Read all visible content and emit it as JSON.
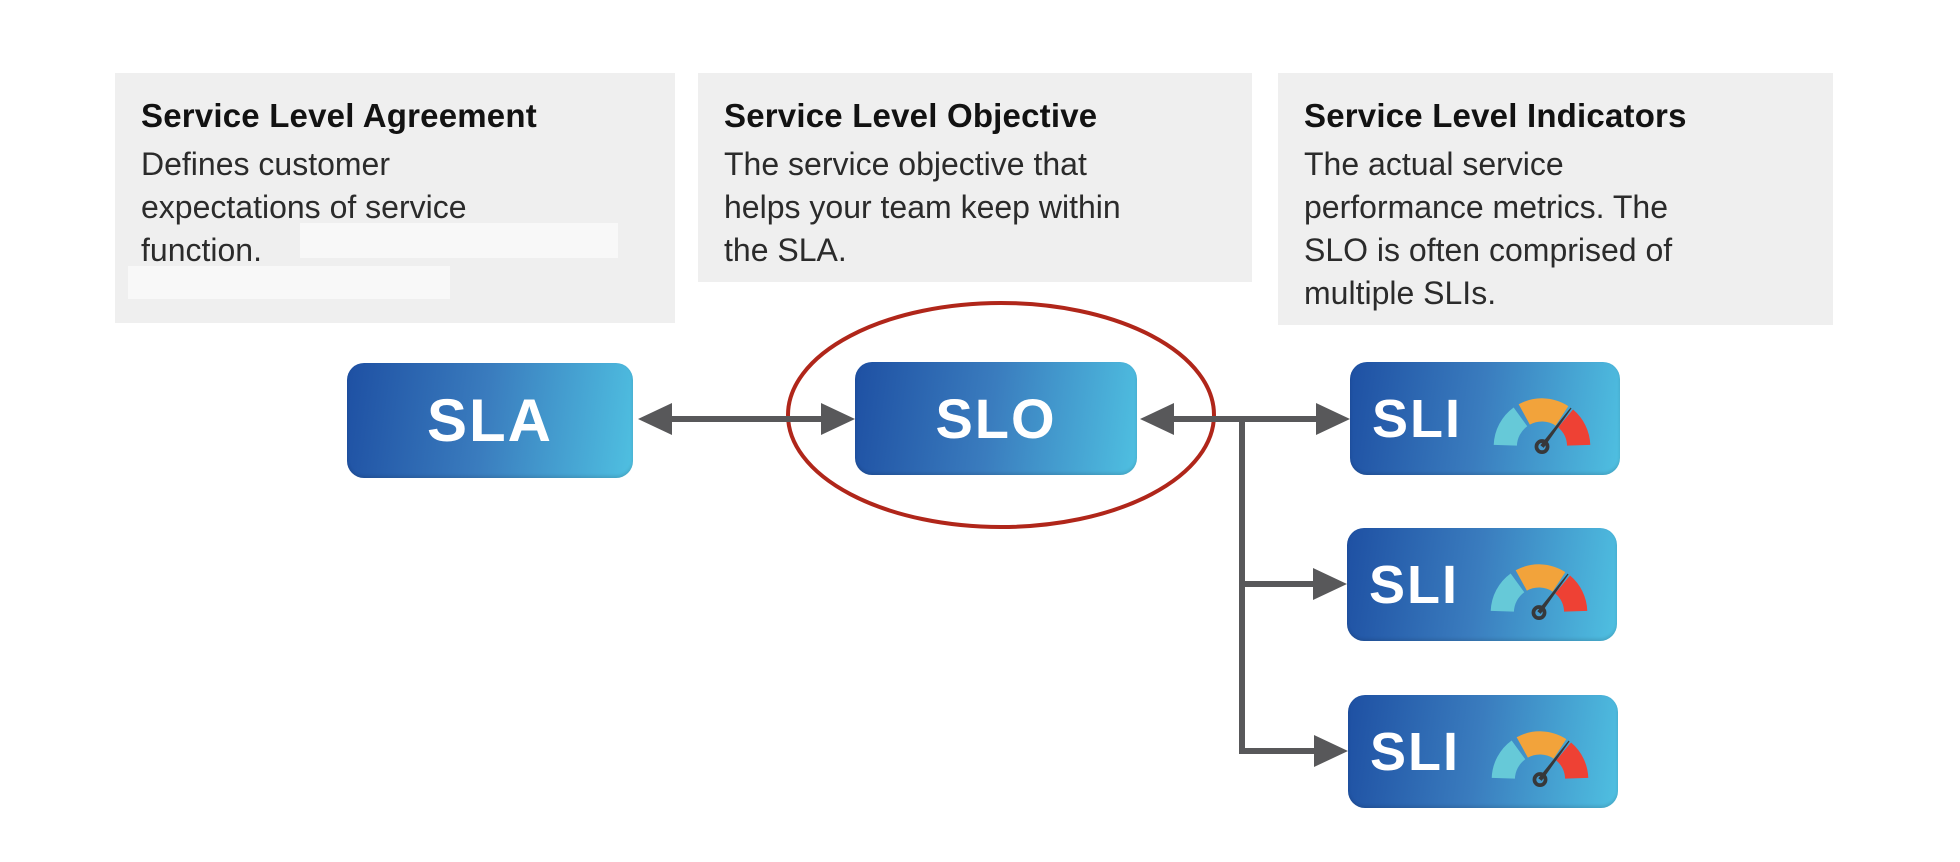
{
  "cards": [
    {
      "title": "Service Level Agreement",
      "body": "Defines customer\nexpectations of service\nfunction."
    },
    {
      "title": "Service Level Objective",
      "body": "The service objective that\nhelps your team keep within\nthe SLA."
    },
    {
      "title": "Service Level Indicators",
      "body": "The actual service\nperformance metrics. The\nSLO is often comprised of\nmultiple SLIs."
    }
  ],
  "nodes": {
    "sla": {
      "label": "SLA"
    },
    "slo": {
      "label": "SLO",
      "annotated": "circled in red"
    },
    "sli": {
      "label": "SLI",
      "count": 3,
      "icon": "gauge-meter-icon"
    }
  },
  "colors": {
    "card_background": "#efefef",
    "node_gradient_start": "#1e50a3",
    "node_gradient_end": "#4fc0e1",
    "connector_gray": "#58585a",
    "highlight_ellipse_red": "#b0261a",
    "gauge_low_teal": "#66c9d8",
    "gauge_mid_orange": "#f2a33b",
    "gauge_high_red": "#ee4134",
    "gauge_needle_dark": "#37383a"
  }
}
